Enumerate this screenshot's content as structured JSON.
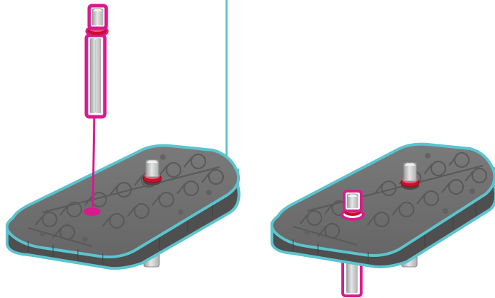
{
  "figure": {
    "panels": [
      {
        "id": "before",
        "step": "insert-shaft"
      },
      {
        "id": "after",
        "step": "shaft-inserted"
      }
    ]
  },
  "colors": {
    "background": "#ffffff",
    "plate_top": "#6f6f6f",
    "plate_side": "#4f4f4f",
    "plate_detail": "#5c5c5c",
    "plate_outline": "#5bc4cf",
    "highlight": "#d81b8c",
    "collar_red": "#c8102e",
    "metal_light": "#e3e3e3",
    "metal_mid": "#c2c2c2",
    "metal_dark": "#9a9a9a",
    "guide_line": "#5bc4cf"
  },
  "icons": {
    "plate": "structural-plate-icon",
    "shaft": "axle-shaft-icon",
    "collar": "shaft-collar-icon",
    "hole_marker": "target-hole-icon"
  }
}
